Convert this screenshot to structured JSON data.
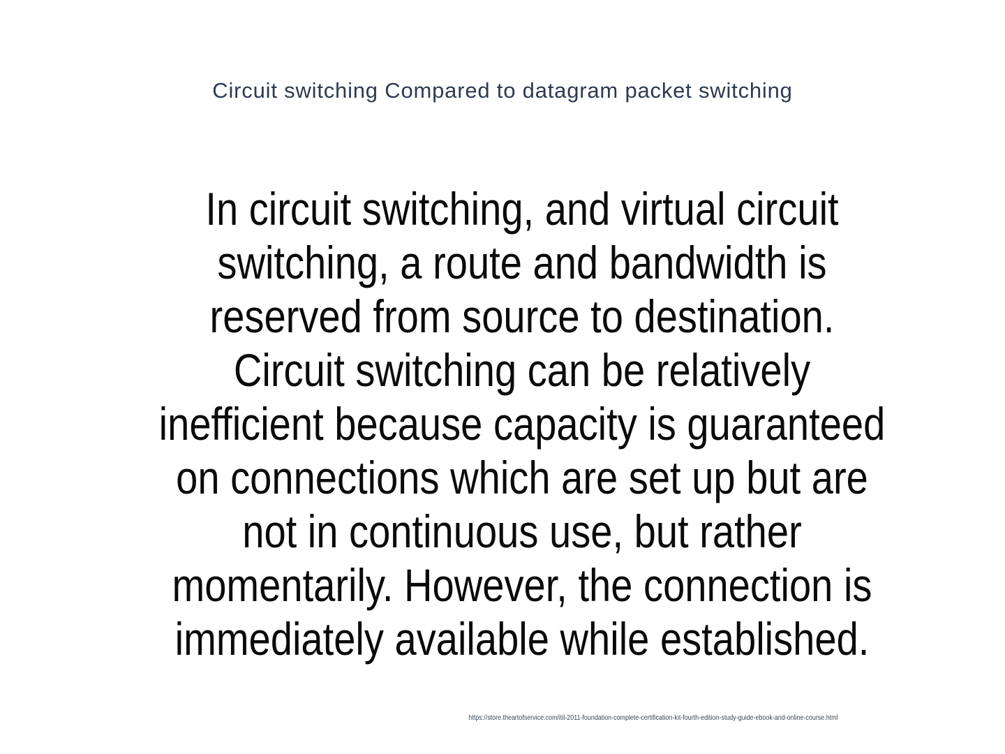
{
  "slide": {
    "title": "Circuit switching Compared to datagram packet switching",
    "body_lines": [
      "In circuit switching, and virtual circuit",
      "switching, a route and bandwidth is",
      "reserved from source to destination.",
      "Circuit switching can be relatively",
      "inefficient because capacity is guaranteed",
      "on connections which are set up but are",
      "not in continuous use, but rather",
      "momentarily. However, the connection is",
      "immediately available while established."
    ],
    "source_url": "https://store.theartofservice.com/itil-2011-foundation-complete-certification-kit-fourth-edition-study-guide-ebook-and-online-course.html",
    "colors": {
      "title": "#2E3A4E",
      "body": "#0A0A0A",
      "source_url": "#3C4656",
      "background": "#FFFFFF"
    }
  }
}
